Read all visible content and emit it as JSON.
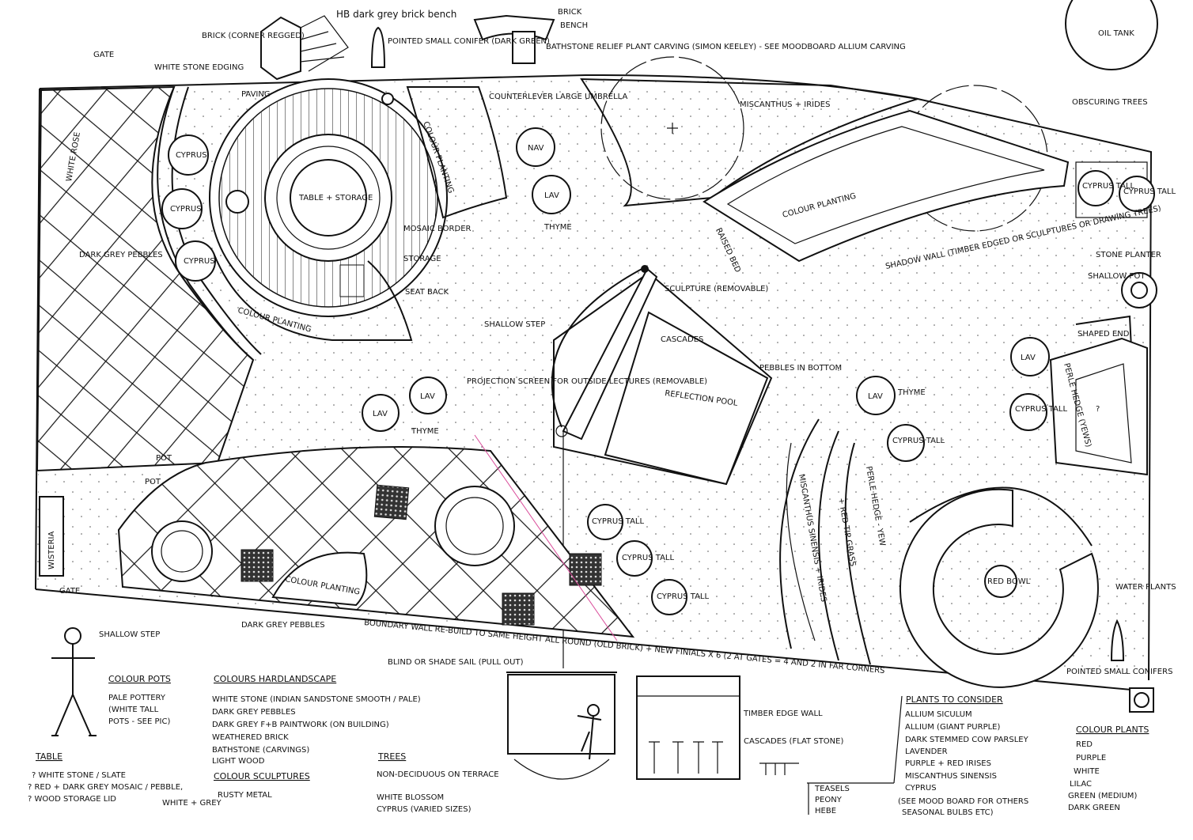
{
  "title": "Garden design plan (hand-drawn)",
  "colors": {
    "ink": "#111111",
    "paper": "#ffffff",
    "accent_line": "#d94b9a"
  },
  "top_labels": {
    "gate_top": "GATE",
    "white_stone_edging": "WHITE STONE EDGING",
    "brick_corner": "BRICK (CORNER REGGED)",
    "bench_hb": "HB dark grey brick bench",
    "pointed_conifer": "POINTED SMALL CONIFER (DARK GREEN)",
    "brick": "BRICK",
    "bench": "BENCH",
    "bathstone": "BATHSTONE RELIEF PLANT CARVING (SIMON KEELEY) - SEE MOODBOARD ALLIUM CARVING",
    "oil_tank": "OIL TANK"
  },
  "plan_labels": {
    "paving": "PAVING",
    "counterlever": "COUNTERLEVER LARGE UMBRELLA",
    "white_rose": "WHITE ROSE",
    "cypress": "CYPRUS",
    "dark_grey_pebbles": "DARK GREY PEBBLES",
    "table_storage": "TABLE + STORAGE",
    "mosaic_border": "MOSAIC BORDER",
    "storage": "STORAGE",
    "seat_back": "SEAT BACK",
    "colour_planting": "COLOUR PLANTING",
    "nav": "NAV",
    "lav": "LAV",
    "thyme": "THYME",
    "miscanthus_irides": "MISCANTHUS + IRIDES",
    "obscuring_trees": "OBSCURING TREES",
    "cypress_tall": "CYPRUS TALL",
    "raised_bed": "RAISED BED",
    "shadow_wall": "SHADOW WALL (TIMBER EDGED OR SCULPTURES OR DRAWING TREES)",
    "stone_planter": "STONE PLANTER",
    "shallow_pot": "SHALLOW POT",
    "shaped_end": "SHAPED END",
    "perle_hedge_yews": "PERLE HEDGE (YEWS)",
    "sculpture": "SCULPTURE (REMOVABLE)",
    "cascades": "CASCADES",
    "shallow_step": "SHALLOW STEP",
    "projection_screen": "PROJECTION SCREEN FOR OUTSIDE LECTURES (REMOVABLE)",
    "reflection_pool": "REFLECTION POOL",
    "pebbles_in_bottom": "PEBBLES IN BOTTOM",
    "pot": "POT",
    "wisteria": "WISTERIA",
    "gate": "GATE",
    "shallow_step_bottom": "SHALLOW STEP",
    "dark_grey_pebbles_bottom": "DARK GREY PEBBLES",
    "perle_hedge_yew": "PERLE HEDGE - YEW",
    "miscanthus_sinensis": "MISCANTHUS SINENSIS + IRIDES",
    "red_tip_grass": "+ RED TIP GRASS",
    "red_bowl": "RED BOWL",
    "water_plants": "WATER PLANTS",
    "pointed_small_conifers": "POINTED SMALL CONIFERS",
    "question": "?",
    "boundary_wall": "BOUNDARY WALL RE-BUILD TO SAME HEIGHT ALL ROUND (OLD BRICK) + NEW FINIALS x 6 (2 AT GATES = 4 AND 2 IN FAR CORNERS"
  },
  "elevation_labels": {
    "blind": "BLIND OR SHADE SAIL (PULL OUT)",
    "timber_edge_wall": "TIMBER EDGE WALL",
    "cascades_flat_stone": "CASCADES (FLAT STONE)"
  },
  "legend": {
    "colour_pots": {
      "heading": "COLOUR POTS",
      "items": [
        "PALE POTTERY",
        "(WHITE TALL",
        "POTS - SEE PIC)"
      ]
    },
    "hardlandscape": {
      "heading": "COLOURS HARDLANDSCAPE",
      "items": [
        "WHITE STONE (INDIAN SANDSTONE SMOOTH / PALE)",
        "DARK GREY PEBBLES",
        "DARK GREY F+B PAINTWORK (ON BUILDING)",
        "WEATHERED BRICK",
        "BATHSTONE (CARVINGS)",
        "LIGHT WOOD"
      ]
    },
    "sculptures": {
      "heading": "COLOUR SCULPTURES",
      "items": [
        "RUSTY METAL"
      ]
    },
    "table": {
      "heading": "TABLE",
      "items": [
        "? WHITE STONE / SLATE",
        "? RED + DARK GREY MOSAIC / PEBBLE,",
        "? WOOD STORAGE LID"
      ],
      "note": "WHITE + GREY"
    },
    "trees": {
      "heading": "TREES",
      "items": [
        "NON-DECIDUOUS ON TERRACE",
        "WHITE BLOSSOM",
        "CYPRUS (VARIED SIZES)"
      ]
    },
    "small_list": {
      "items": [
        "TEASELS",
        "PEONY",
        "HEBE"
      ]
    },
    "plants_to_consider": {
      "heading": "PLANTS TO CONSIDER",
      "items": [
        "ALLIUM SICULUM",
        "ALLIUM (GIANT PURPLE)",
        "DARK STEMMED COW PARSLEY",
        "LAVENDER",
        "PURPLE + RED IRISES",
        "MISCANTHUS SINENSIS",
        "CYPRUS",
        "(SEE MOOD BOARD FOR OTHERS",
        "SEASONAL BULBS ETC)"
      ]
    },
    "colour_plants": {
      "heading": "COLOUR PLANTS",
      "items": [
        "RED",
        "PURPLE",
        "WHITE",
        "LILAC",
        "GREEN (MEDIUM)",
        "DARK GREEN"
      ]
    }
  }
}
